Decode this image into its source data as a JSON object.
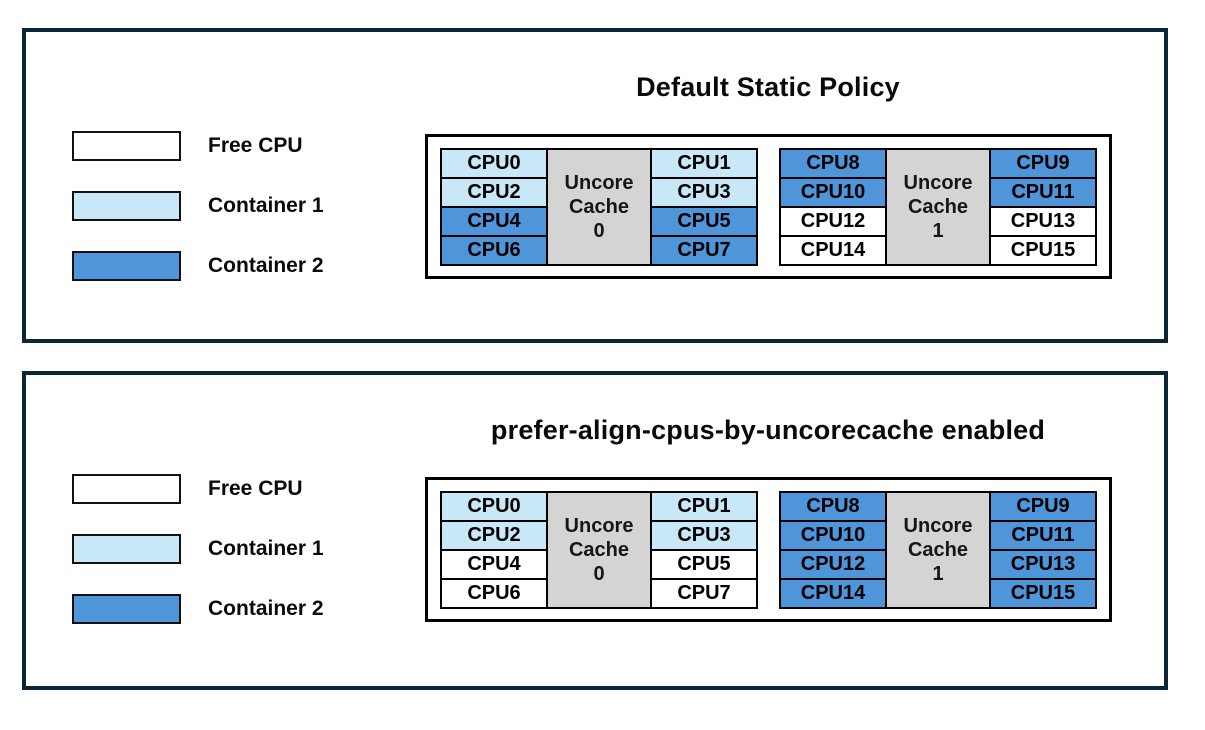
{
  "colors": {
    "free": "#ffffff",
    "container1": "#c9e8f7",
    "container2": "#4f95da",
    "cache_bg": "#d5d4d4",
    "panel_border": "#0d2637",
    "line": "#000000"
  },
  "legend": {
    "items": [
      {
        "label": "Free CPU",
        "owner": "free"
      },
      {
        "label": "Container 1",
        "owner": "container1"
      },
      {
        "label": "Container 2",
        "owner": "container2"
      }
    ]
  },
  "panels": [
    {
      "title": "Default Static Policy",
      "groups": [
        {
          "cache_lines": [
            "Uncore",
            "Cache",
            "0"
          ],
          "left": [
            {
              "label": "CPU0",
              "owner": "container1"
            },
            {
              "label": "CPU2",
              "owner": "container1"
            },
            {
              "label": "CPU4",
              "owner": "container2"
            },
            {
              "label": "CPU6",
              "owner": "container2"
            }
          ],
          "right": [
            {
              "label": "CPU1",
              "owner": "container1"
            },
            {
              "label": "CPU3",
              "owner": "container1"
            },
            {
              "label": "CPU5",
              "owner": "container2"
            },
            {
              "label": "CPU7",
              "owner": "container2"
            }
          ]
        },
        {
          "cache_lines": [
            "Uncore",
            "Cache",
            "1"
          ],
          "left": [
            {
              "label": "CPU8",
              "owner": "container2"
            },
            {
              "label": "CPU10",
              "owner": "container2"
            },
            {
              "label": "CPU12",
              "owner": "free"
            },
            {
              "label": "CPU14",
              "owner": "free"
            }
          ],
          "right": [
            {
              "label": "CPU9",
              "owner": "container2"
            },
            {
              "label": "CPU11",
              "owner": "container2"
            },
            {
              "label": "CPU13",
              "owner": "free"
            },
            {
              "label": "CPU15",
              "owner": "free"
            }
          ]
        }
      ]
    },
    {
      "title": "prefer-align-cpus-by-uncorecache enabled",
      "groups": [
        {
          "cache_lines": [
            "Uncore",
            "Cache",
            "0"
          ],
          "left": [
            {
              "label": "CPU0",
              "owner": "container1"
            },
            {
              "label": "CPU2",
              "owner": "container1"
            },
            {
              "label": "CPU4",
              "owner": "free"
            },
            {
              "label": "CPU6",
              "owner": "free"
            }
          ],
          "right": [
            {
              "label": "CPU1",
              "owner": "container1"
            },
            {
              "label": "CPU3",
              "owner": "container1"
            },
            {
              "label": "CPU5",
              "owner": "free"
            },
            {
              "label": "CPU7",
              "owner": "free"
            }
          ]
        },
        {
          "cache_lines": [
            "Uncore",
            "Cache",
            "1"
          ],
          "left": [
            {
              "label": "CPU8",
              "owner": "container2"
            },
            {
              "label": "CPU10",
              "owner": "container2"
            },
            {
              "label": "CPU12",
              "owner": "container2"
            },
            {
              "label": "CPU14",
              "owner": "container2"
            }
          ],
          "right": [
            {
              "label": "CPU9",
              "owner": "container2"
            },
            {
              "label": "CPU11",
              "owner": "container2"
            },
            {
              "label": "CPU13",
              "owner": "container2"
            },
            {
              "label": "CPU15",
              "owner": "container2"
            }
          ]
        }
      ]
    }
  ]
}
